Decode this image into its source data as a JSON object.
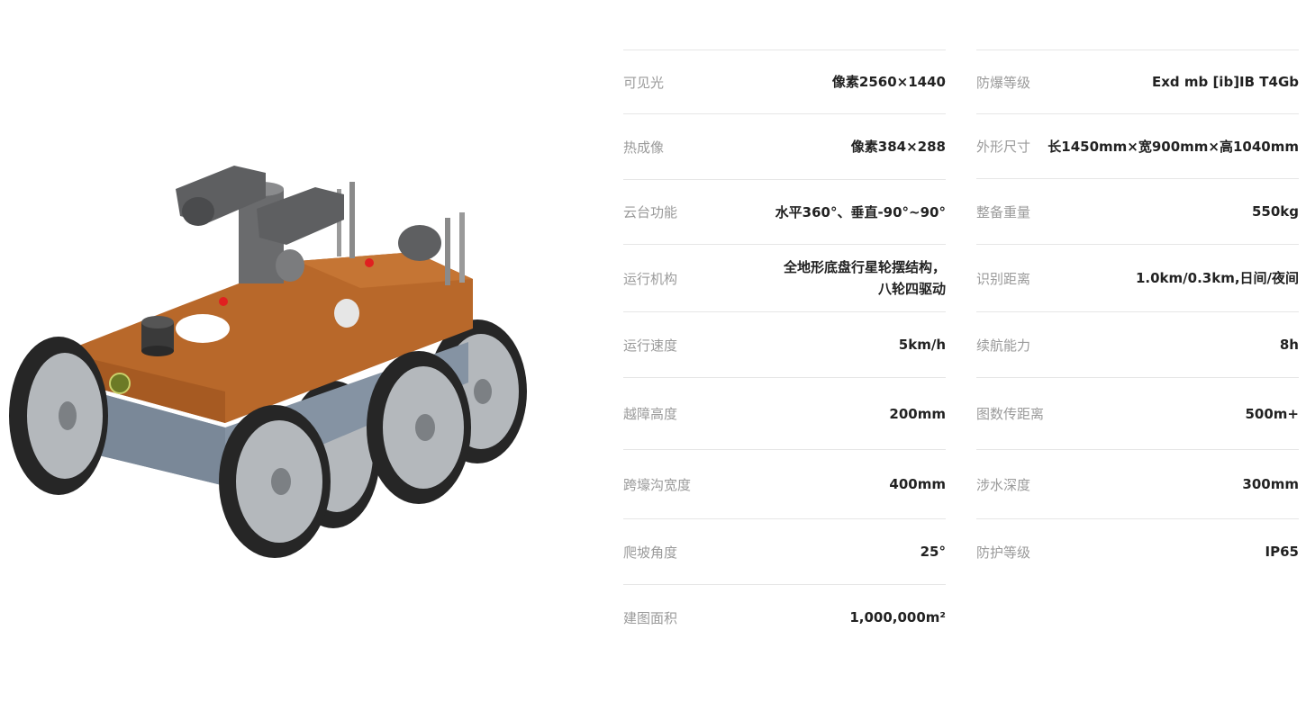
{
  "specs_left": [
    {
      "label": "可见光",
      "value": "像素2560×1440"
    },
    {
      "label": "热成像",
      "value": "像素384×288"
    },
    {
      "label": "云台功能",
      "value": "水平360°、垂直-90°~90°"
    },
    {
      "label": "运行机构",
      "value": "全地形底盘行星轮摆结构，\n八轮四驱动"
    },
    {
      "label": "运行速度",
      "value": "5km/h"
    },
    {
      "label": "越障高度",
      "value": "200mm"
    },
    {
      "label": "跨壕沟宽度",
      "value": "400mm"
    },
    {
      "label": "爬坡角度",
      "value": "25°"
    },
    {
      "label": "建图面积",
      "value": "1,000,000m²"
    }
  ],
  "specs_right": [
    {
      "label": "防爆等级",
      "value": "Exd mb [ib]IB T4Gb"
    },
    {
      "label": "外形尺寸",
      "value": "长1450mm×宽900mm×高1040mm"
    },
    {
      "label": "整备重量",
      "value": "550kg"
    },
    {
      "label": "识别距离",
      "value": "1.0km/0.3km,日间/夜间"
    },
    {
      "label": "续航能力",
      "value": "8h"
    },
    {
      "label": "图数传距离",
      "value": "500m+"
    },
    {
      "label": "涉水深度",
      "value": "300mm"
    },
    {
      "label": "防护等级",
      "value": "IP65"
    }
  ],
  "colors": {
    "body": "#b8682a",
    "chassis": "#8593a3",
    "tire": "#2c2c2c",
    "rim": "#b4b8bc",
    "camera": "#5e5f61"
  }
}
